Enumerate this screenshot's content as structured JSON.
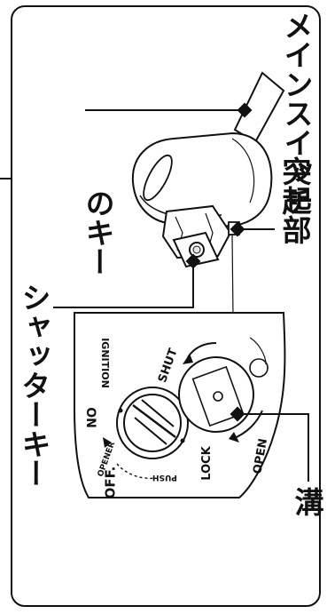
{
  "labels": {
    "main_key_line1": "メインスイッチ",
    "main_key_line2": "のキー",
    "protrusion": "突起部",
    "shutter_key": "シャッターキー",
    "groove": "溝"
  },
  "panel_markings": {
    "on": "ON",
    "ignition": "IGNITION",
    "shut": "SHUT",
    "opener": "OPENER",
    "off": "OFF.",
    "push": "PUSH",
    "lock": "LOCK",
    "open": "OPEN"
  },
  "colors": {
    "ink": "#111111",
    "paper": "#ffffff",
    "key_gray": "#e6e6e6",
    "panel_gray": "#d9d9d9"
  }
}
